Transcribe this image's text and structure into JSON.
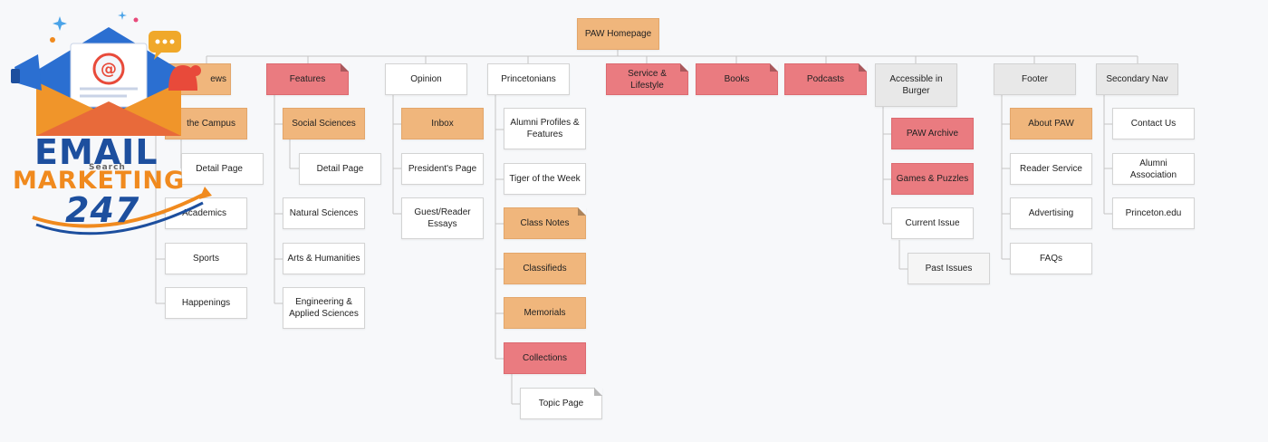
{
  "sitemap": {
    "root": {
      "label": "PAW Homepage"
    },
    "columns": {
      "news": {
        "label": "ews",
        "children": [
          "the Campus",
          "Detail Page",
          "Academics",
          "Sports",
          "Happenings"
        ]
      },
      "features": {
        "label": "Features",
        "children": [
          "Social Sciences",
          "Detail Page",
          "Natural Sciences",
          "Arts & Humanities",
          "Engineering & Applied Sciences"
        ]
      },
      "opinion": {
        "label": "Opinion",
        "children": [
          "Inbox",
          "President's Page",
          "Guest/Reader Essays"
        ]
      },
      "princetonians": {
        "label": "Princetonians",
        "children": [
          "Alumni Profiles & Features",
          "Tiger of the Week",
          "Class Notes",
          "Classifieds",
          "Memorials",
          "Collections",
          "Topic Page"
        ]
      },
      "service": {
        "label": "Service & Lifestyle"
      },
      "books": {
        "label": "Books"
      },
      "podcasts": {
        "label": "Podcasts"
      },
      "burger": {
        "label": "Accessible in Burger",
        "children": [
          "PAW Archive",
          "Games & Puzzles",
          "Current Issue",
          "Past Issues"
        ]
      },
      "footer": {
        "label": "Footer",
        "children": [
          "About PAW",
          "Reader Service",
          "Advertising",
          "FAQs"
        ]
      },
      "secondary": {
        "label": "Secondary Nav",
        "children": [
          "Contact Us",
          "Alumni Association",
          "Princeton.edu"
        ]
      }
    }
  },
  "logo": {
    "line1": "EMAIL",
    "line2": "MARKETING",
    "line3": "247",
    "ghost": "Search"
  },
  "colors": {
    "orange": "#f0b67c",
    "pink": "#ea7b80",
    "grey": "#e8e8e8",
    "line": "#c4c4c4"
  }
}
